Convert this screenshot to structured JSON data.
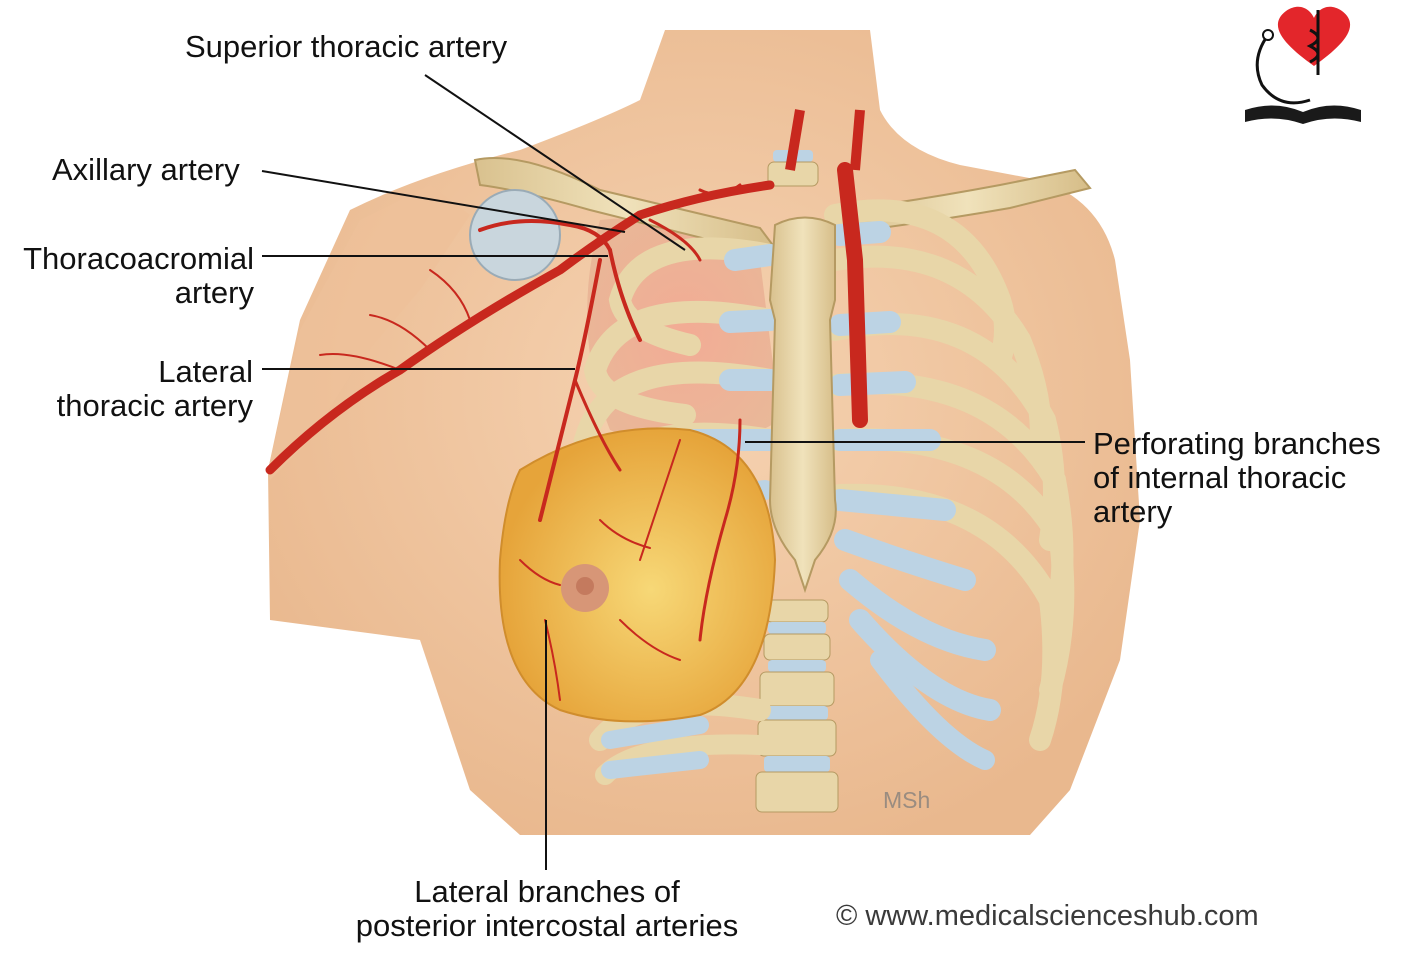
{
  "labels": {
    "superior_thoracic": [
      "Superior thoracic artery"
    ],
    "axillary": [
      "Axillary artery"
    ],
    "thoracoacromial": [
      "Thoracoacromial",
      "artery"
    ],
    "lateral_thoracic": [
      "Lateral",
      "thoracic artery"
    ],
    "perforating": [
      "Perforating branches",
      "of internal thoracic",
      "artery"
    ],
    "lateral_branches": [
      "Lateral branches of",
      "posterior intercostal arteries"
    ]
  },
  "artist_mark": "MSh",
  "copyright": "© www.medicalscienceshub.com",
  "colors": {
    "skin": "#f2c9a2",
    "bone": "#e8d6a8",
    "cartilage": "#bcd3e4",
    "artery": "#c8281e",
    "gland": "#f2c456",
    "logo_heart": "#e3262b"
  }
}
